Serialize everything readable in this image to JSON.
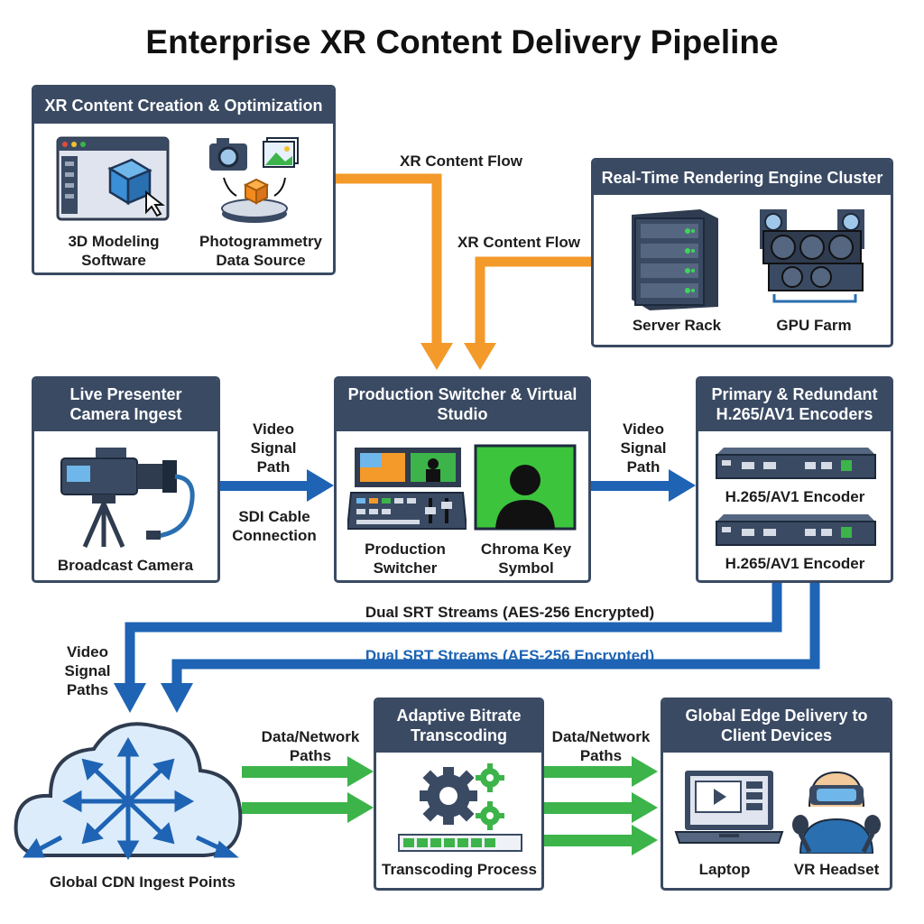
{
  "title": "Enterprise XR Content Delivery Pipeline",
  "boxes": {
    "creation": {
      "title": "XR Content Creation & Optimization",
      "item1": "3D Modeling Software",
      "item2": "Photogrammetry Data Source"
    },
    "rendering": {
      "title": "Real-Time Rendering Engine Cluster",
      "item1": "Server Rack",
      "item2": "GPU Farm"
    },
    "camera": {
      "title": "Live Presenter Camera Ingest",
      "item1": "Broadcast Camera"
    },
    "switcher": {
      "title": "Production Switcher & Virtual Studio",
      "item1": "Production Switcher",
      "item2": "Chroma Key Symbol"
    },
    "encoders": {
      "title": "Primary & Redundant H.265/AV1 Encoders",
      "item1": "H.265/AV1 Encoder",
      "item2": "H.265/AV1 Encoder"
    },
    "cdn": {
      "label": "Global CDN Ingest Points"
    },
    "transcoding": {
      "title": "Adaptive Bitrate Transcoding",
      "item1": "Transcoding Process"
    },
    "edge": {
      "title": "Global Edge Delivery to Client Devices",
      "item1": "Laptop",
      "item2": "VR Headset"
    }
  },
  "flows": {
    "xr1": "XR Content Flow",
    "xr2": "XR Content Flow",
    "video1": "Video Signal Path",
    "sdi": "SDI Cable Connection",
    "video2": "Video Signal Path",
    "srt1": "Dual SRT Streams (AES-256 Encrypted)",
    "srt2": "Dual SRT Streams (AES-256 Encrypted)",
    "video3": "Video Signal Paths",
    "data1": "Data/Network Paths",
    "data2": "Data/Network Paths"
  },
  "colors": {
    "header": "#3a4a63",
    "orange": "#f39a2b",
    "blue": "#1e63b4",
    "green": "#3cb44a"
  }
}
